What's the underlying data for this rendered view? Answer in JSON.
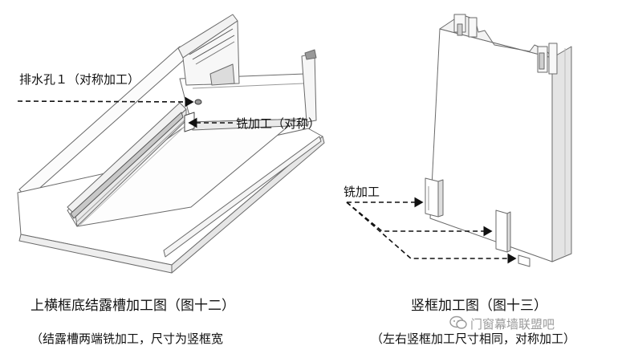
{
  "left_figure": {
    "callout_drain_hole": "排水孔１（对称加工）",
    "callout_milling_sym": "铣加工（对称）",
    "caption": "上横框底结露槽加工图（图十二）",
    "note": "（结露槽两端铣加工，尺寸为竖框宽"
  },
  "right_figure": {
    "callout_milling": "铣加工",
    "caption": "竖框加工图（图十三）",
    "note": "（左右竖框加工尺寸相同，对称加工）"
  },
  "watermark": {
    "text": "门窗幕墙联盟吧",
    "icon": "wechat-bubble-icon"
  }
}
